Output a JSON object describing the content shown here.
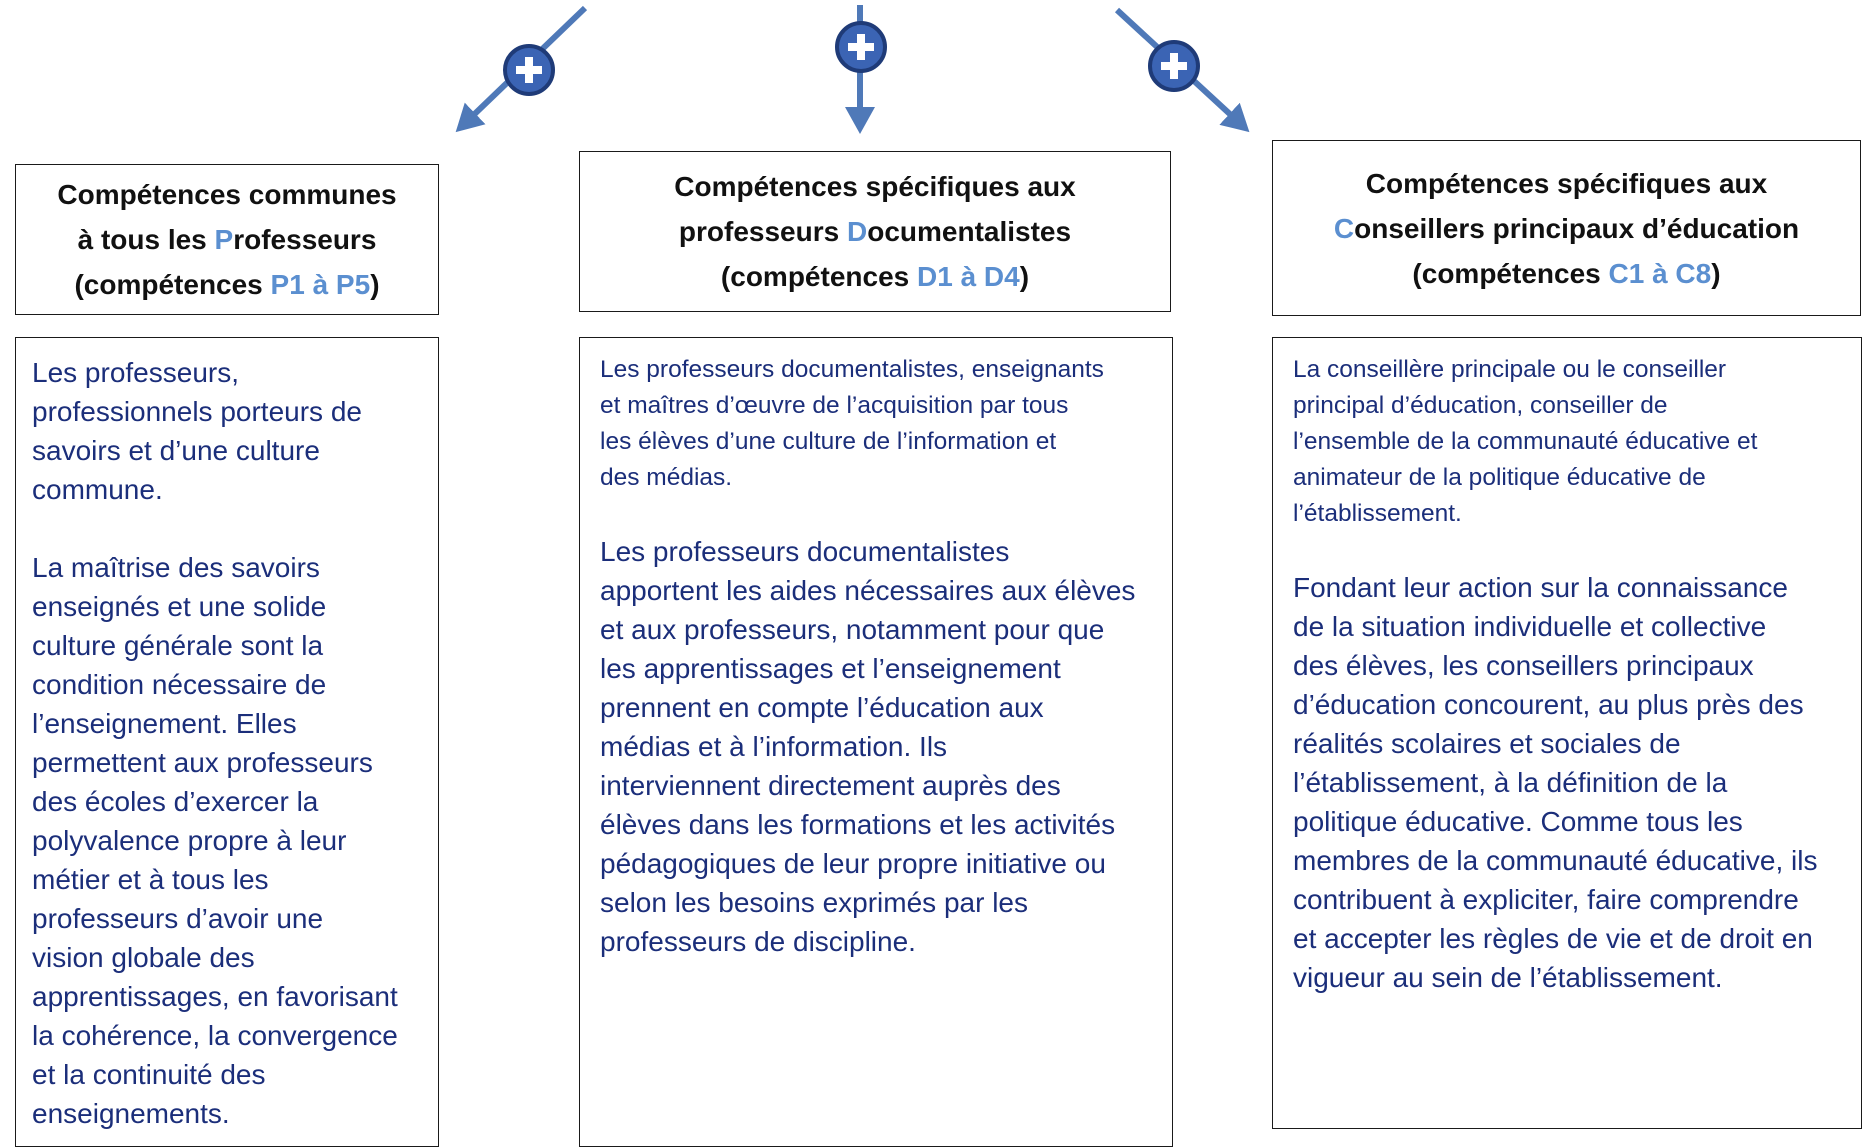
{
  "colors": {
    "arrow": "#4f79b8",
    "plus_fill": "#3b64b4",
    "plus_stroke": "#1f3b78",
    "highlight": "#5b8fd0",
    "body_text": "#1b2e7a"
  },
  "columns": [
    {
      "title_lines": [
        [
          "Compétences communes"
        ],
        [
          "à tous les ",
          {
            "hl": "P"
          },
          "rofesseurs"
        ],
        [
          "(compétences ",
          {
            "hl": "P1 à P5"
          },
          ")"
        ]
      ],
      "paragraphs": [
        "Les professeurs,\nprofessionnels porteurs de\nsavoirs et d’une culture\ncommune.",
        "La maîtrise des savoirs\nenseignés et une solide\nculture générale sont la\ncondition nécessaire de\nl’enseignement. Elles\npermettent aux professeurs\ndes écoles d’exercer la\npolyvalence propre à leur\nmétier et à tous les\nprofesseurs d’avoir une\nvision globale des\napprentissages, en favorisant\nla cohérence, la convergence\net la continuité des\nenseignements."
      ]
    },
    {
      "title_lines": [
        [
          "Compétences spécifiques aux"
        ],
        [
          "professeurs ",
          {
            "hl": "D"
          },
          "ocumentalistes"
        ],
        [
          "(compétences ",
          {
            "hl": "D1 à D4"
          },
          ")"
        ]
      ],
      "paragraphs": [
        "Les professeurs documentalistes, enseignants\net maîtres d’œuvre de l’acquisition par tous\nles élèves d’une culture de l’information et\ndes médias.",
        "Les professeurs documentalistes\napportent les aides nécessaires aux élèves\net aux professeurs, notamment pour que\nles apprentissages et l’enseignement\nprennent en compte l’éducation aux\nmédias et à l’information. Ils\ninterviennent directement auprès des\nélèves dans les formations et les activités\npédagogiques de leur propre initiative ou\nselon les besoins exprimés par les\nprofesseurs de discipline."
      ]
    },
    {
      "title_lines": [
        [
          "Compétences spécifiques aux"
        ],
        [
          {
            "hl": "C"
          },
          "onseillers principaux d’éducation"
        ],
        [
          "(compétences ",
          {
            "hl": "C1 à C8"
          },
          ")"
        ]
      ],
      "paragraphs": [
        "La conseillère principale ou le conseiller\nprincipal d’éducation, conseiller de\nl’ensemble de la communauté éducative et\nanimateur de la politique éducative de\nl’établissement.",
        "Fondant leur action sur la connaissance\nde la situation individuelle et collective\ndes élèves, les conseillers principaux\nd’éducation concourent, au plus près des\nréalités scolaires et sociales de\nl’établissement, à la définition de la\npolitique éducative. Comme tous les\nmembres de la communauté éducative, ils\ncontribuent à expliciter, faire comprendre\net accepter les règles de vie et de droit en\nvigueur au sein de l’établissement."
      ]
    }
  ],
  "arrows": [
    {
      "plus_symbol": "+",
      "direction": "down-left"
    },
    {
      "plus_symbol": "+",
      "direction": "down"
    },
    {
      "plus_symbol": "+",
      "direction": "down-right"
    }
  ]
}
